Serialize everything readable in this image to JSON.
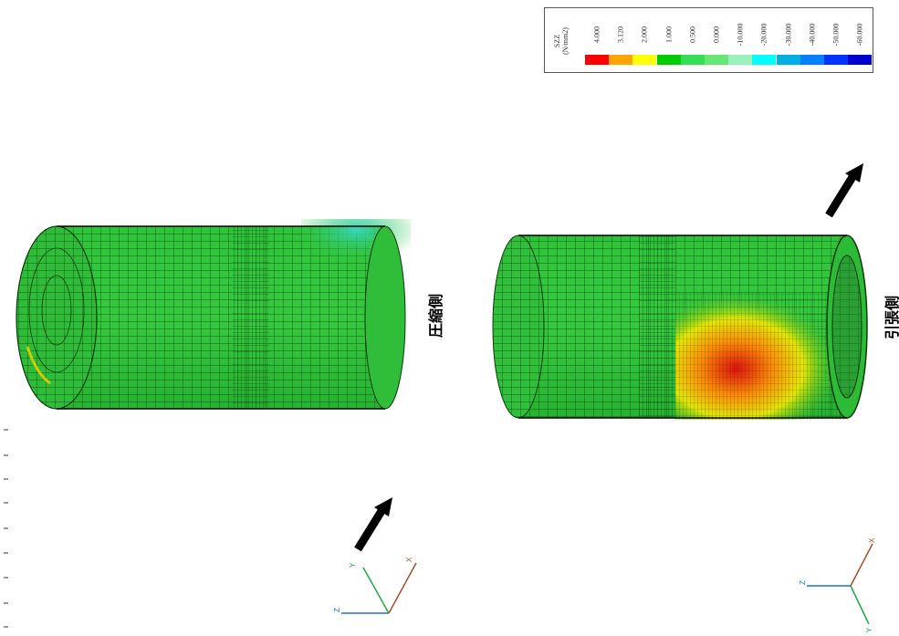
{
  "legend": {
    "title_line1": "SZZ",
    "title_line2": "(N/mm2)",
    "values": [
      "4.000",
      "3.120",
      "2.000",
      "1.000",
      "0.500",
      "0.000",
      "-10.000",
      "-20.000",
      "-30.000",
      "-40.000",
      "-50.000",
      "-60.000"
    ],
    "colors": [
      "#ff0000",
      "#ffa500",
      "#ffff00",
      "#00cc00",
      "#33dd55",
      "#66e673",
      "#99f0bb",
      "#00ffff",
      "#00b0e0",
      "#0080ff",
      "#0033ff",
      "#0000cc"
    ]
  },
  "labels": {
    "compression_side": "圧縮側",
    "tension_side": "引張側"
  },
  "axes": {
    "x": "X",
    "y": "Y",
    "z": "Z"
  },
  "icons": [
    "load-arrow-icon",
    "coordinate-axes-icon"
  ]
}
